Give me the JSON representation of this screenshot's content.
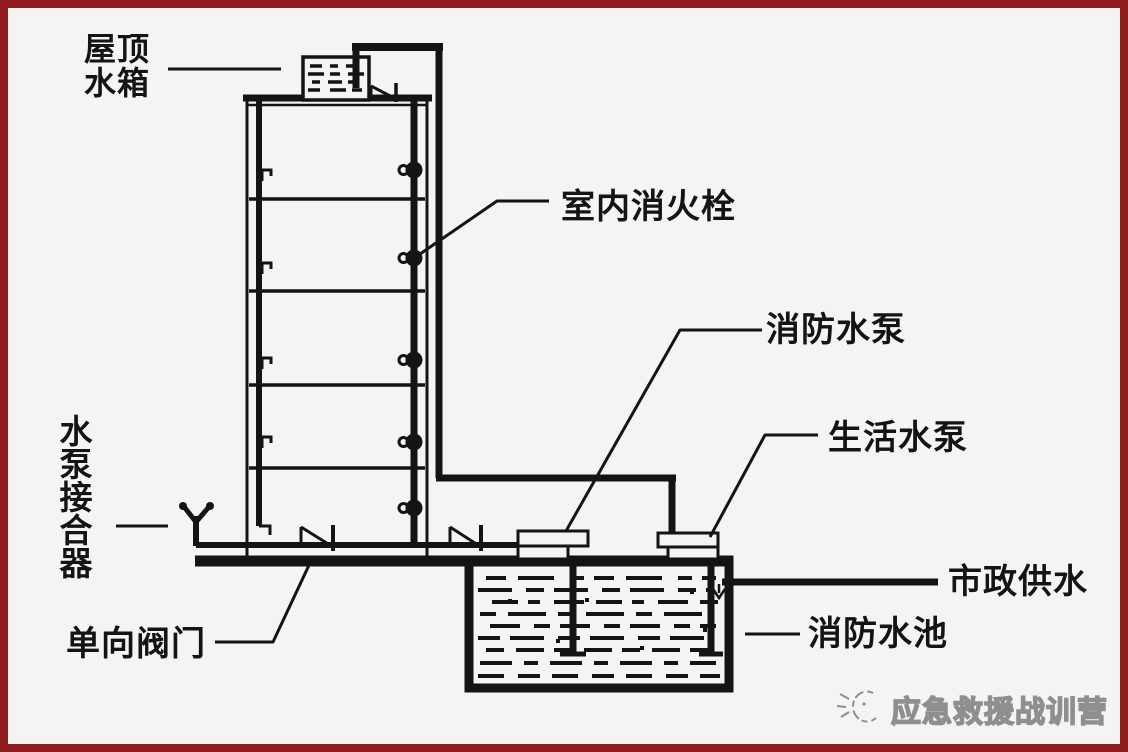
{
  "colors": {
    "frame_border": "#8e1c1c",
    "background": "#f5f4f2",
    "ink": "#141414",
    "watermark": "#8f8f8f"
  },
  "labels": {
    "roof_tank_line1": "屋顶",
    "roof_tank_line2": "水箱",
    "indoor_hydrant": "室内消火栓",
    "fire_pump": "消防水泵",
    "domestic_pump": "生活水泵",
    "pump_adapter": "水泵接合器",
    "check_valve": "单向阀门",
    "municipal_supply": "市政供水",
    "fire_pool": "消防水池"
  },
  "watermark": {
    "text": "应急救援战训营"
  },
  "diagram": {
    "type": "fire-protection-water-supply-schematic",
    "floors": 5,
    "hydrant_count": 5,
    "floor_tap_count": 5,
    "check_valve_count": 3,
    "pump_count": 2
  }
}
